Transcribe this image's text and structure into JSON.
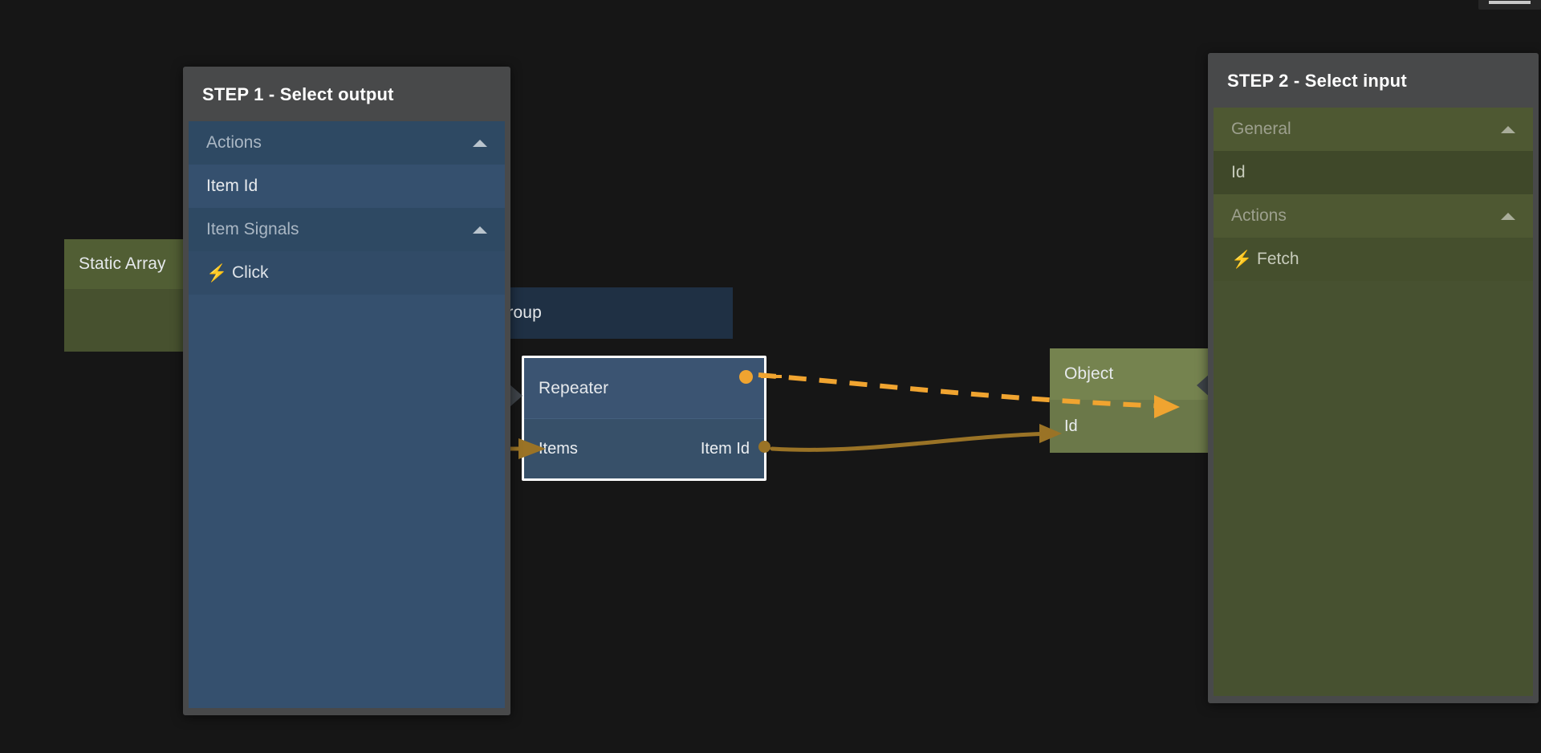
{
  "app": {
    "background": "#161616",
    "accent_signal": "#f0a430",
    "accent_data": "#9a7326"
  },
  "topbar": {
    "menu_icon": "hamburger-icon"
  },
  "graph": {
    "nodes": [
      {
        "id": "static-array",
        "title": "Static Array",
        "kind": "green"
      },
      {
        "id": "group",
        "title": "Group",
        "kind": "blue"
      },
      {
        "id": "repeater",
        "title": "Repeater",
        "kind": "repeater",
        "input_label": "Items",
        "output_label": "Item Id",
        "selected": true
      },
      {
        "id": "object",
        "title": "Object",
        "kind": "green",
        "input_label": "Id"
      }
    ],
    "connections": [
      {
        "id": "signal-wire",
        "from": "repeater.signal-out",
        "to": "object.signal-in",
        "style": "dashed",
        "color": "#f0a430"
      },
      {
        "id": "data-wire",
        "from": "repeater.item-id",
        "to": "object.id",
        "style": "solid",
        "color": "#9a7326"
      }
    ]
  },
  "step1": {
    "title": "STEP 1 - Select output",
    "rows": [
      {
        "label": "Actions",
        "type": "group",
        "caret": "chevron-up-icon"
      },
      {
        "label": "Item Id",
        "type": "item",
        "caret": ""
      },
      {
        "label": "Item Signals",
        "type": "group",
        "caret": "chevron-up-icon"
      },
      {
        "label": "Click",
        "type": "leaf",
        "icon": "lightning-bolt-icon"
      }
    ]
  },
  "step2": {
    "title": "STEP 2 - Select input",
    "rows": [
      {
        "label": "General",
        "type": "group",
        "caret": "chevron-up-icon"
      },
      {
        "label": "Id",
        "type": "item",
        "caret": ""
      },
      {
        "label": "Actions",
        "type": "group",
        "caret": "chevron-up-icon"
      },
      {
        "label": "Fetch",
        "type": "leaf",
        "icon": "lightning-bolt-icon"
      }
    ]
  }
}
